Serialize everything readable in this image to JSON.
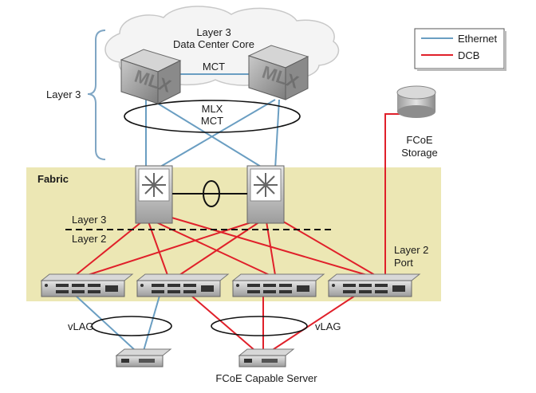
{
  "labels": {
    "core_line1": "Layer 3",
    "core_line2": "Data Center Core",
    "mct": "MCT",
    "mlx_mct_line1": "MLX",
    "mlx_mct_line2": "MCT",
    "layer3_brace": "Layer 3",
    "fabric": "Fabric",
    "layer3_divider": "Layer 3",
    "layer2_divider": "Layer 2",
    "layer2_port_line1": "Layer 2",
    "layer2_port_line2": "Port",
    "fcoe_storage_line1": "FCoE",
    "fcoe_storage_line2": "Storage",
    "vlag_left": "vLAG",
    "vlag_right": "vLAG",
    "fcoe_server": "FCoE Capable Server",
    "mlx_left": "MLX",
    "mlx_right": "MLX"
  },
  "legend": {
    "items": [
      {
        "label": "Ethernet",
        "color": "#6a9ec2"
      },
      {
        "label": "DCB",
        "color": "#e0202a"
      }
    ]
  },
  "colors": {
    "ethernet": "#6a9ec2",
    "dcb": "#e0202a",
    "fabric_band": "#ece7b4",
    "cloud": "#f3f3f3"
  }
}
